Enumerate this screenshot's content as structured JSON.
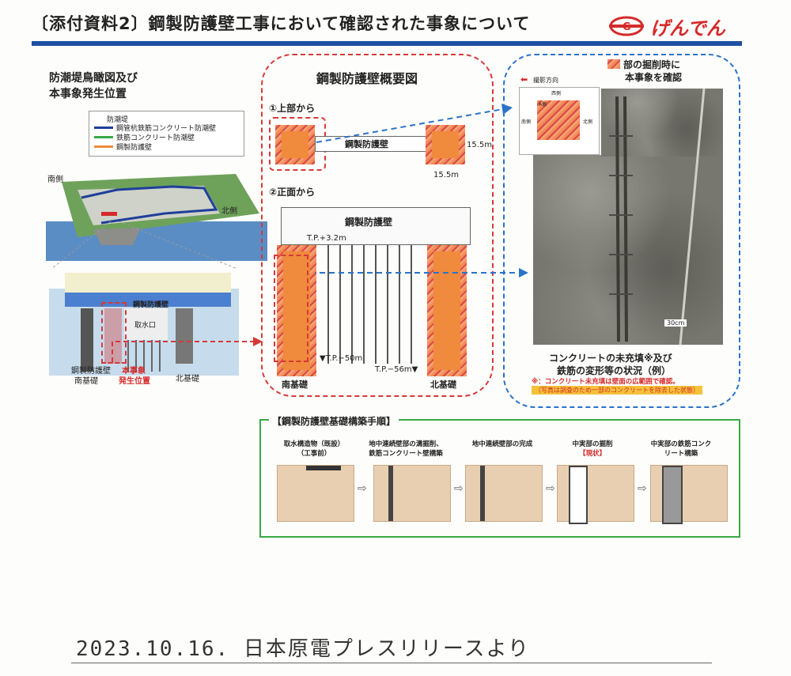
{
  "header": {
    "title": "〔添付資料2〕鋼製防護壁工事において確認された事象について",
    "logo_text": "げんでん"
  },
  "left_panel": {
    "heading_line1": "防潮堤鳥瞰図及び",
    "heading_line2": "本事象発生位置",
    "legend": {
      "title": "防潮堤",
      "items": [
        {
          "label": "鋼管杭鉄筋コンクリート防潮壁",
          "color": "#1f3f9a"
        },
        {
          "label": "鉄筋コンクリート防潮壁",
          "color": "#3aa845"
        },
        {
          "label": "鋼製防護壁",
          "color": "#f08a3c"
        }
      ]
    },
    "map_south": "南側",
    "map_north": "北側",
    "block_label_wall": "鋼製防護壁",
    "block_label_intake": "取水口",
    "south_base_line1": "鋼製防護壁",
    "south_base_line2": "南基礎",
    "event_line1": "本事象",
    "event_line2": "発生位置",
    "north_base": "北基礎"
  },
  "center_panel": {
    "heading": "鋼製防護壁概要図",
    "from_top": "①上部から",
    "wall_label": "鋼製防護壁",
    "dim_side": "15.5m",
    "dim_bottom": "15.5m",
    "from_front": "②正面から",
    "front_wall_label": "鋼製防護壁",
    "tp_top": "T.P.+3.2m",
    "tp_mid": "▼T.P.−50m",
    "tp_bottom": "T.P.−56m▼",
    "south_base": "南基礎",
    "north_base": "北基礎"
  },
  "right_panel": {
    "legend_line1": "部の掘削時に",
    "legend_line2": "本事象を確認",
    "shoot_dir": "撮影方向",
    "inset_labels": [
      "西側",
      "A側",
      "南側",
      "北側"
    ],
    "scale_text": "30cm",
    "caption_line1": "コンクリートの未充填※及び",
    "caption_line2": "鉄筋の変形等の状況（例）",
    "note": "※：コンクリート未充填は壁面の広範囲で確認。",
    "note2": "（写真は調査のため一部のコンクリートを除去した状態）"
  },
  "procedure": {
    "heading": "【鋼製防護壁基礎構築手順】",
    "steps": [
      {
        "line1": "取水構造物（既設）",
        "line2": "（工事前）",
        "tag": ""
      },
      {
        "line1": "地中連続壁部の溝掘削、",
        "line2": "鉄筋コンクリート壁構築",
        "tag": ""
      },
      {
        "line1": "地中連続壁部の完成",
        "line2": "",
        "tag": ""
      },
      {
        "line1": "中実部の掘削",
        "line2": "",
        "tag": "【現状】"
      },
      {
        "line1": "中実部の鉄筋コンク",
        "line2": "リート構築",
        "tag": ""
      }
    ]
  },
  "footer": {
    "handwritten": "2023.10.16. 日本原電プレスリリースより"
  }
}
